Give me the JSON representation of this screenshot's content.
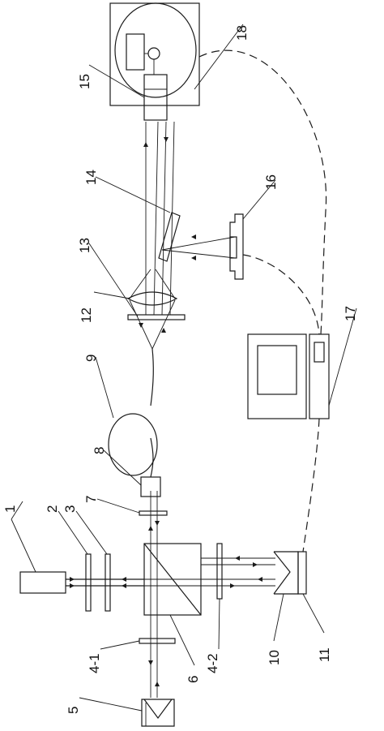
{
  "labels": [
    "1",
    "2",
    "3",
    "4-1",
    "5",
    "6",
    "7",
    "4-2",
    "10",
    "11",
    "8",
    "9",
    "12",
    "13",
    "14",
    "16",
    "17",
    "15",
    "18"
  ]
}
